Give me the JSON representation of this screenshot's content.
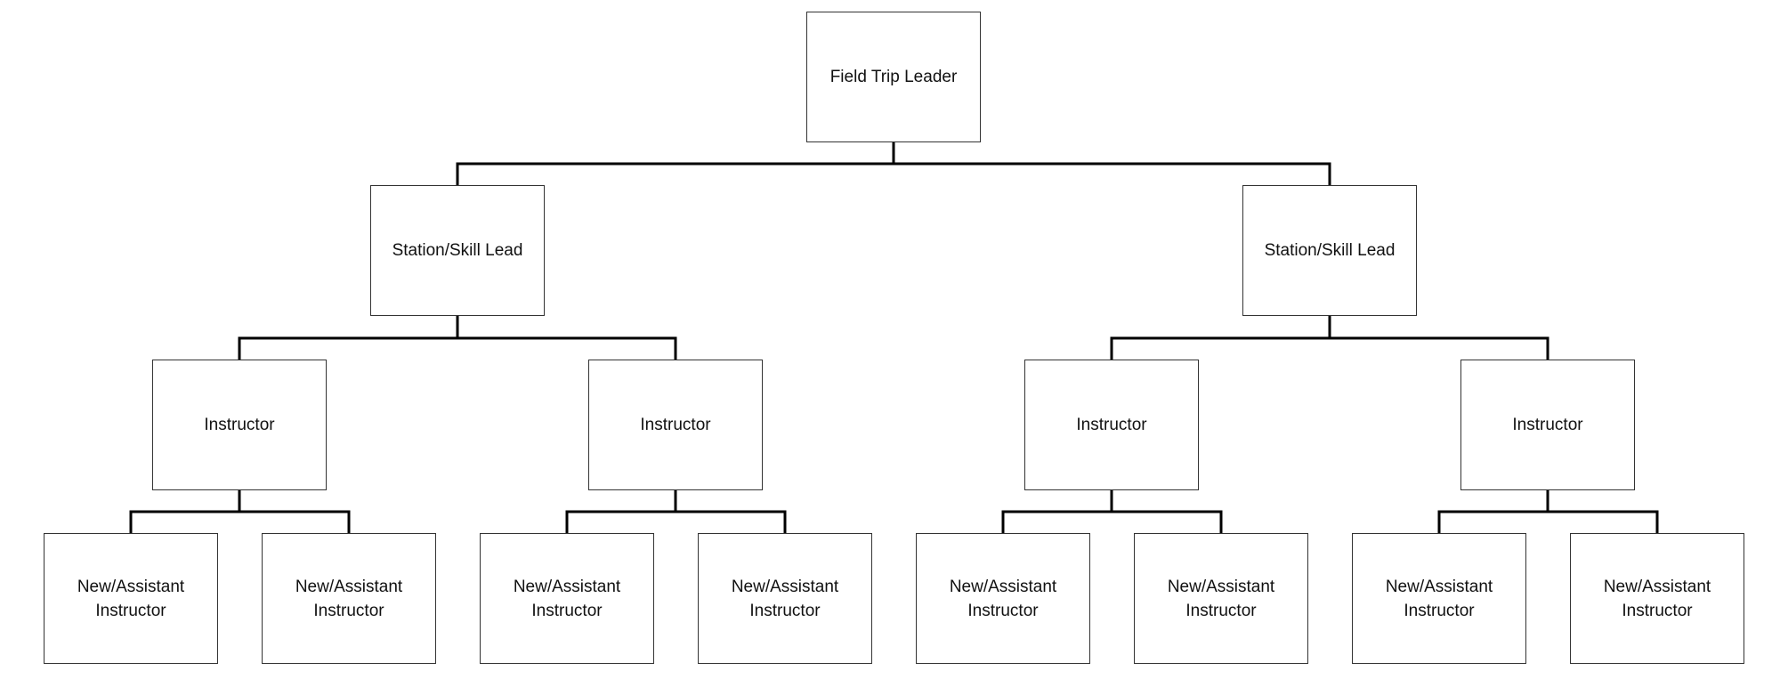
{
  "diagram": {
    "type": "org-chart",
    "colors": {
      "background": "#ffffff",
      "box_border": "#333333",
      "connector": "#000000",
      "text": "#111111"
    },
    "root": {
      "label": "Field Trip Leader"
    },
    "leads": [
      {
        "label": "Station/Skill Lead",
        "instructors": [
          {
            "label": "Instructor",
            "assistants": [
              {
                "label": "New/Assistant Instructor"
              },
              {
                "label": "New/Assistant Instructor"
              }
            ]
          },
          {
            "label": "Instructor",
            "assistants": [
              {
                "label": "New/Assistant Instructor"
              },
              {
                "label": "New/Assistant Instructor"
              }
            ]
          }
        ]
      },
      {
        "label": "Station/Skill Lead",
        "instructors": [
          {
            "label": "Instructor",
            "assistants": [
              {
                "label": "New/Assistant Instructor"
              },
              {
                "label": "New/Assistant Instructor"
              }
            ]
          },
          {
            "label": "Instructor",
            "assistants": [
              {
                "label": "New/Assistant Instructor"
              },
              {
                "label": "New/Assistant Instructor"
              }
            ]
          }
        ]
      }
    ]
  }
}
